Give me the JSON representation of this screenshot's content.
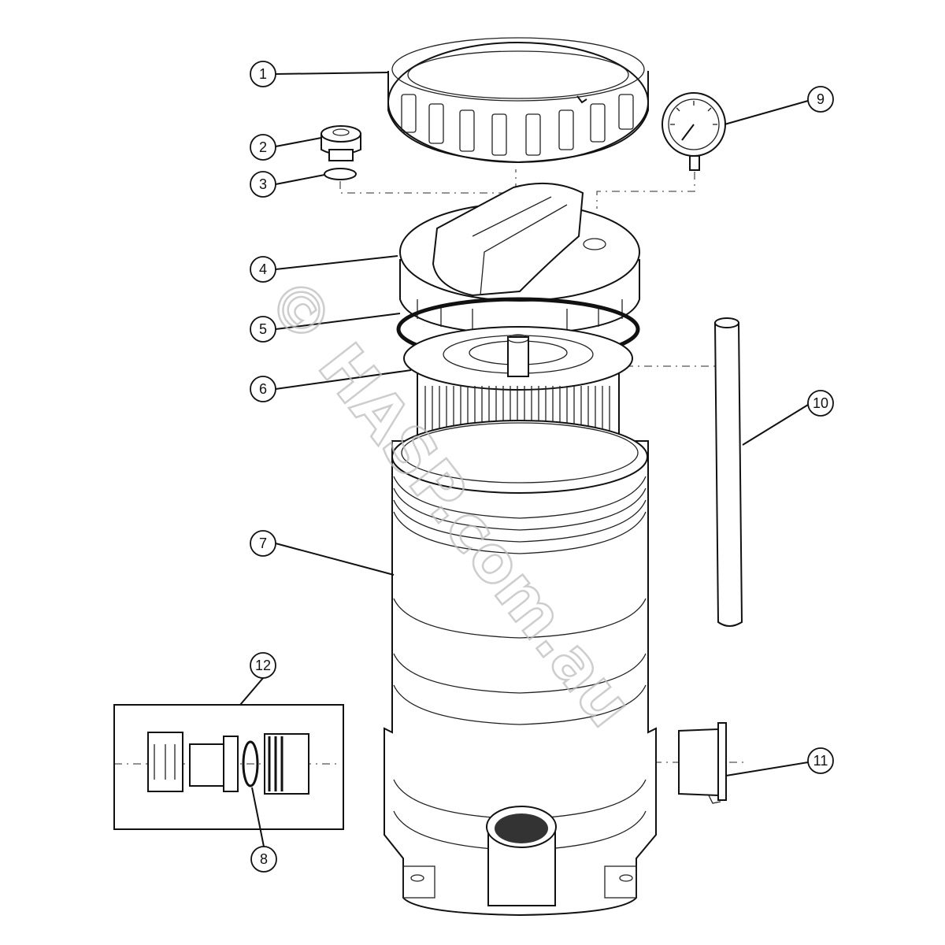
{
  "watermark": "© HASP.com.au",
  "callouts": [
    {
      "id": "1",
      "label": "1"
    },
    {
      "id": "2",
      "label": "2"
    },
    {
      "id": "3",
      "label": "3"
    },
    {
      "id": "4",
      "label": "4"
    },
    {
      "id": "5",
      "label": "5"
    },
    {
      "id": "6",
      "label": "6"
    },
    {
      "id": "7",
      "label": "7"
    },
    {
      "id": "8",
      "label": "8"
    },
    {
      "id": "9",
      "label": "9"
    },
    {
      "id": "10",
      "label": "10"
    },
    {
      "id": "11",
      "label": "11"
    },
    {
      "id": "12",
      "label": "12"
    }
  ]
}
